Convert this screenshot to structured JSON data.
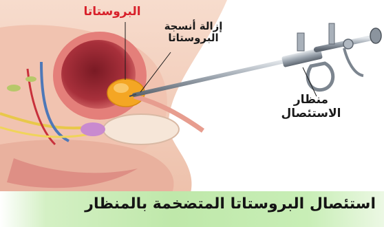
{
  "labels": {
    "prostate": "البروستاتا",
    "tissue_removal_line1": "إزالة أنسجة",
    "tissue_removal_line2": "البروستاتا",
    "resectoscope_line1": "منظار",
    "resectoscope_line2": "الاستئصال"
  },
  "caption": "استئصال البروستاتا المتضخمة بالمنظار",
  "colors": {
    "prostate": "#f4a624",
    "bladder": "#c9404a",
    "skin": "#f3cdbb",
    "instrument": "#9aa3ad",
    "caption_band": "#c4ebb0"
  }
}
